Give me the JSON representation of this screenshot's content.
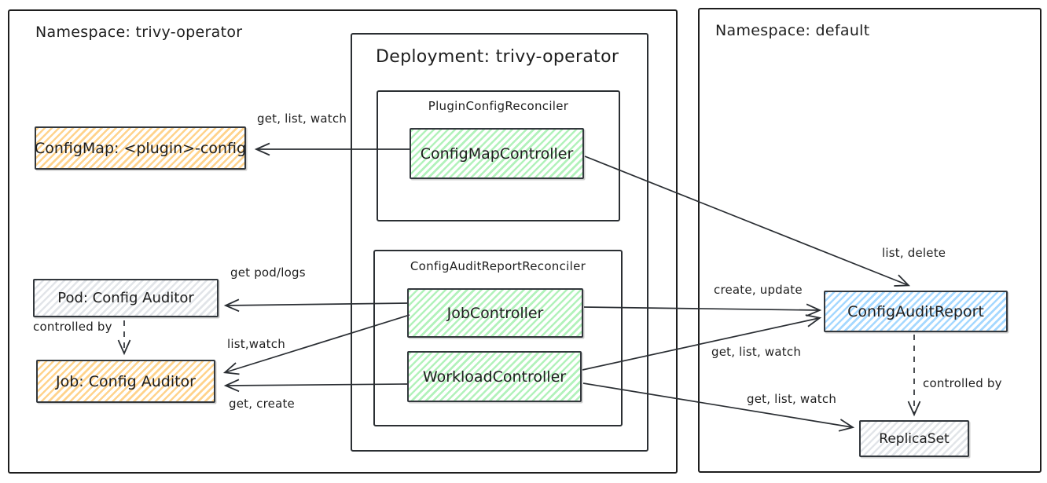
{
  "diagram": {
    "kind": "kubernetes-operator-architecture",
    "containers": {
      "namespace_left": {
        "title": "Namespace: trivy-operator"
      },
      "deployment": {
        "title": "Deployment: trivy-operator"
      },
      "plugin_config_reconciler": {
        "title": "PluginConfigReconciler"
      },
      "config_audit_report_reconciler": {
        "title": "ConfigAuditReportReconciler"
      },
      "namespace_right": {
        "title": "Namespace: default"
      }
    },
    "nodes": {
      "config_map": {
        "label": "ConfigMap: <plugin>-config",
        "fill": "orange"
      },
      "pod": {
        "label": "Pod: Config Auditor",
        "fill": "gray"
      },
      "job": {
        "label": "Job: Config Auditor",
        "fill": "orange"
      },
      "config_map_controller": {
        "label": "ConfigMapController",
        "fill": "green"
      },
      "job_controller": {
        "label": "JobController",
        "fill": "green"
      },
      "workload_controller": {
        "label": "WorkloadController",
        "fill": "green"
      },
      "config_audit_report": {
        "label": "ConfigAuditReport",
        "fill": "blue"
      },
      "replica_set": {
        "label": "ReplicaSet",
        "fill": "gray"
      }
    },
    "edges": {
      "cmc_to_configmap": {
        "label": "get, list, watch"
      },
      "cmc_to_car": {
        "label": "list, delete"
      },
      "jobc_to_pod": {
        "label": "get pod/logs"
      },
      "jobc_to_job": {
        "label": "list,watch"
      },
      "wlc_to_job": {
        "label": "get, create"
      },
      "jobc_to_car": {
        "label": "create, update"
      },
      "wlc_to_car": {
        "label": "get, list, watch"
      },
      "wlc_to_replicaset": {
        "label": "get, list, watch"
      },
      "pod_controlled_by": {
        "label": "controlled by"
      },
      "car_controlled_by": {
        "label": "controlled by"
      }
    },
    "node_fills": {
      "orange": "#ffd38c",
      "green": "#b2f2bb",
      "blue": "#a5d8ff",
      "gray": "#e2e5e9"
    },
    "colors": {
      "stroke": "#2a2e33",
      "text": "#1e1e1e"
    }
  }
}
